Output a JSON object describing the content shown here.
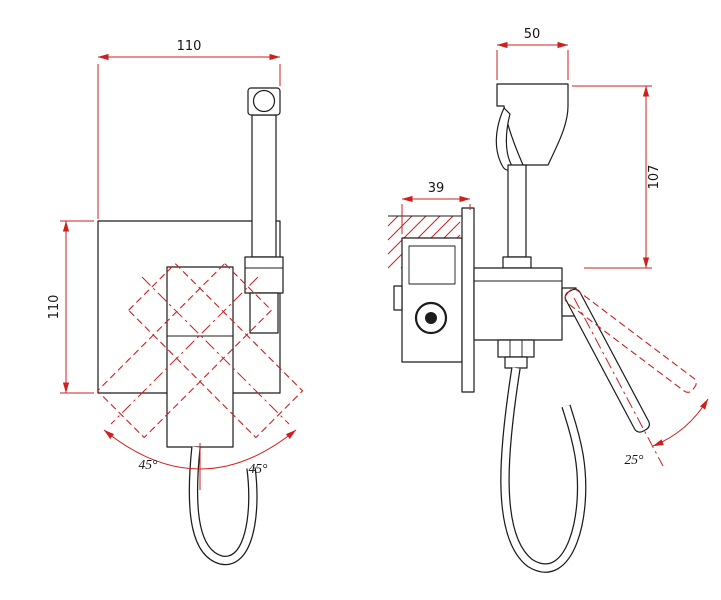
{
  "colors": {
    "background": "#ffffff",
    "line": "#1c1c1c",
    "dimension_red": "#cf1f1f"
  },
  "front_view": {
    "dim_width": "110",
    "dim_height": "110",
    "angle_left": "45°",
    "angle_right": "45°"
  },
  "side_view": {
    "dim_head_width": "50",
    "dim_wall_depth": "39",
    "dim_height": "107",
    "angle_handle": "25°"
  }
}
